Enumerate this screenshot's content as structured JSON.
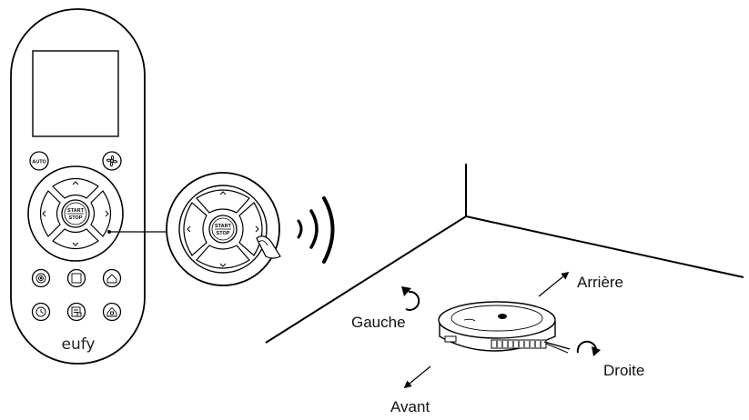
{
  "remote": {
    "auto_label": "AUTO",
    "start_label": "START",
    "stop_label": "STOP",
    "brand": "eufy"
  },
  "zoom": {
    "start_label": "START",
    "stop_label": "STOP"
  },
  "directions": {
    "back": "Arrière",
    "left": "Gauche",
    "right": "Droite",
    "forward": "Avant"
  }
}
